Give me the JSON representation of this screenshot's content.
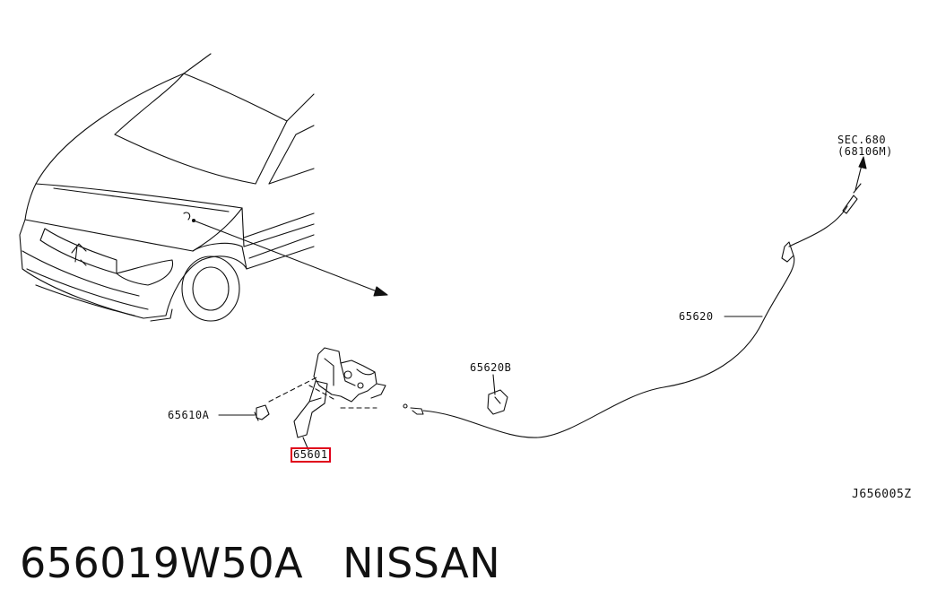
{
  "diagram": {
    "ref_sec_label": "SEC.680",
    "ref_sec_part": "(68106M)",
    "labels": {
      "cable": "65620",
      "clip": "65620B",
      "bolt": "65610A",
      "lock": "65601"
    },
    "drawing_code": "J656005Z"
  },
  "caption": {
    "part_number": "656019W50A",
    "brand": "NISSAN"
  },
  "colors": {
    "line": "#111111",
    "highlight": "#e0001a",
    "background": "#ffffff"
  }
}
